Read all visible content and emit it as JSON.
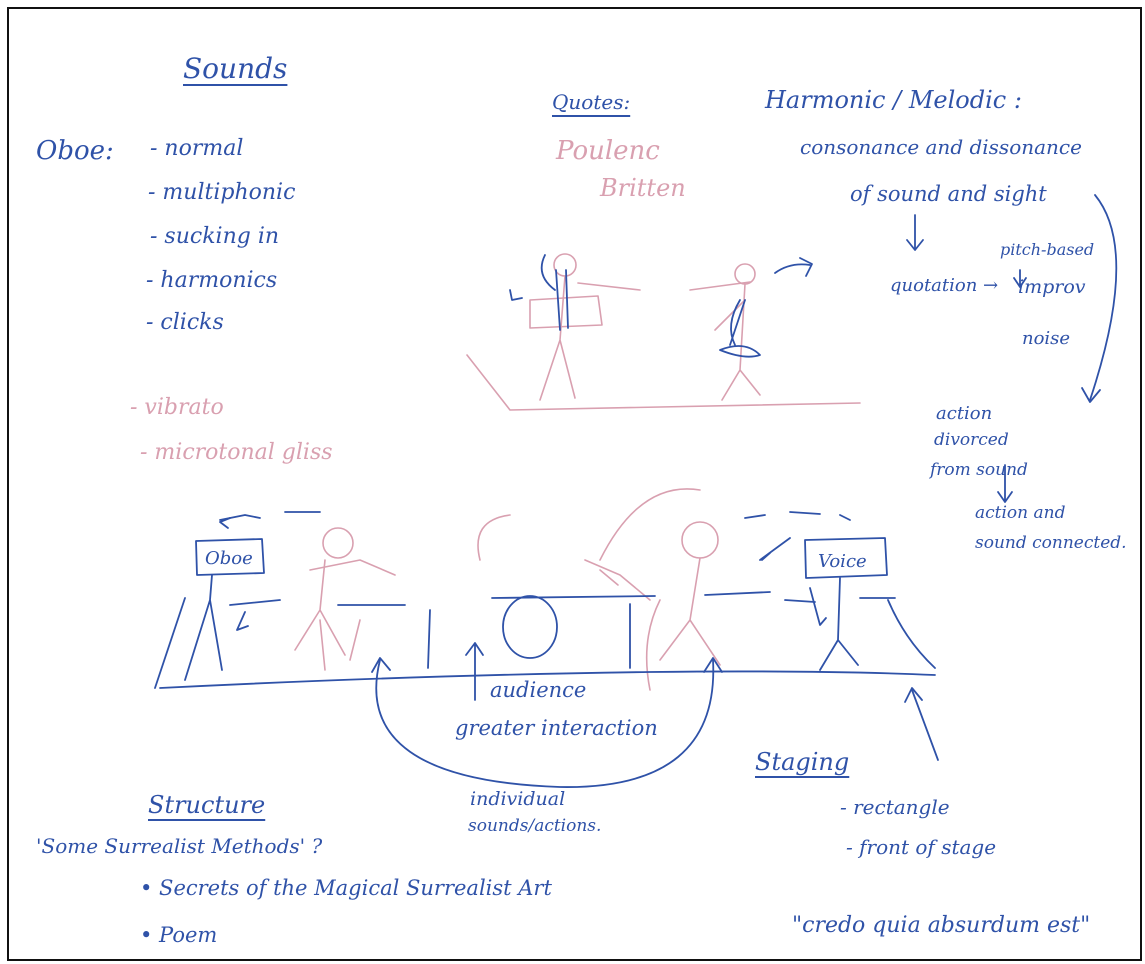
{
  "sounds": {
    "heading": "Sounds",
    "oboe_label": "Oboe:",
    "items": [
      "- normal",
      "- multiphonic",
      "- sucking in",
      "- harmonics",
      "- clicks"
    ],
    "pink_items": [
      "- vibrato",
      "- microtonal gliss"
    ]
  },
  "quotes": {
    "heading": "Quotes:",
    "names": [
      "Poulenc",
      "Britten"
    ]
  },
  "harmonic": {
    "heading": "Harmonic / Melodic :",
    "line1": "consonance and dissonance",
    "line2": "of sound and sight",
    "quotation": "quotation →",
    "pitch_based": "pitch-based",
    "improv": "improv",
    "noise": "noise",
    "action_lines": [
      "action",
      "divorced",
      "from sound"
    ],
    "action2_lines": [
      "action and",
      "sound connected."
    ]
  },
  "stage": {
    "oboe_box": "Oboe",
    "voice_box": "Voice",
    "audience": "audience",
    "greater": "greater interaction",
    "individual_lines": [
      "individual",
      "sounds/actions."
    ]
  },
  "staging": {
    "heading": "Staging",
    "items": [
      "- rectangle",
      "- front of stage"
    ]
  },
  "structure": {
    "heading": "Structure",
    "question": "'Some Surrealist Methods' ?",
    "bullets": [
      "• Secrets of the Magical Surrealist Art",
      "• Poem"
    ]
  },
  "credo": "\"credo quia absurdum est\"",
  "colors": {
    "ink": "#2f52a8",
    "pencil": "#d9a0b0",
    "border": "#111111"
  }
}
